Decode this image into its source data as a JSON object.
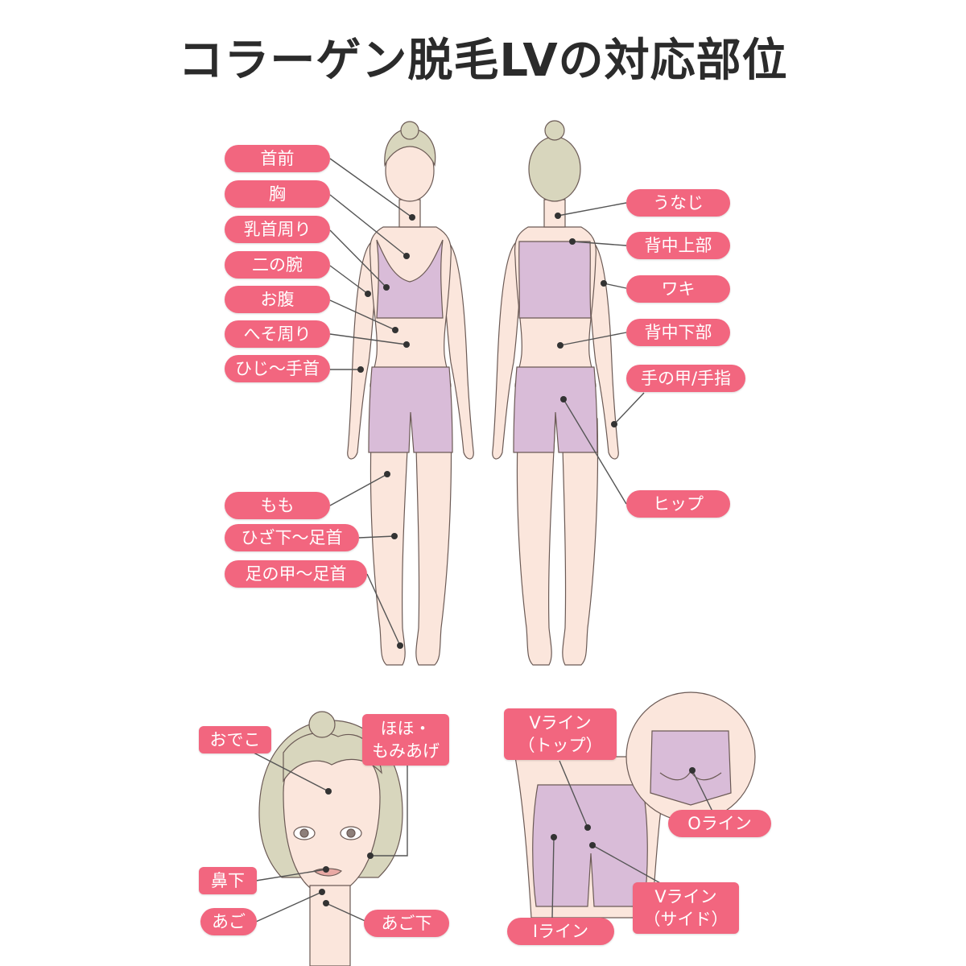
{
  "title": "コラーゲン脱毛LVの対応部位",
  "colors": {
    "tag": "#f2667f",
    "skin": "#fbe6dc",
    "garment": "#d9bcd8",
    "hair": "#d8d6bd",
    "line": "#555555"
  },
  "front_body": {
    "labels": {
      "neck_front": "首前",
      "chest": "胸",
      "nipple_area": "乳首周り",
      "upper_arm": "二の腕",
      "stomach": "お腹",
      "navel_area": "へそ周り",
      "elbow_wrist": "ひじ〜手首",
      "thigh": "もも",
      "below_knee_ankle": "ひざ下〜足首",
      "instep_ankle": "足の甲〜足首"
    }
  },
  "back_body": {
    "labels": {
      "nape": "うなじ",
      "upper_back": "背中上部",
      "armpit": "ワキ",
      "lower_back": "背中下部",
      "hand_fingers": "手の甲/手指",
      "hip": "ヒップ"
    }
  },
  "face": {
    "labels": {
      "forehead": "おでこ",
      "cheek_sideburns_1": "ほほ・",
      "cheek_sideburns_2": "もみあげ",
      "under_nose": "鼻下",
      "chin": "あご",
      "under_chin": "あご下"
    }
  },
  "vio": {
    "labels": {
      "v_top_1": "Vライン",
      "v_top_2": "（トップ）",
      "o_line": "Oライン",
      "v_side_1": "Vライン",
      "v_side_2": "（サイド）",
      "i_line": "Iライン"
    }
  }
}
